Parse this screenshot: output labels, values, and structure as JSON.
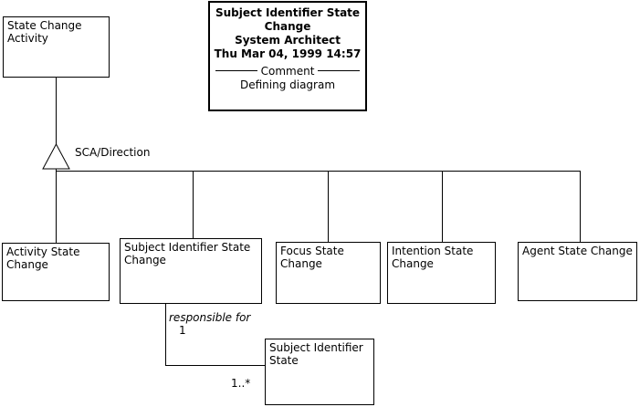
{
  "diagram": {
    "type": "uml-class-diagram",
    "background": "#ffffff",
    "line_color": "#000000"
  },
  "note": {
    "name": "Subject Identifier State Change",
    "title_lines": "Subject Identifier State\nChange\nSystem Architect\nThu Mar 04, 1999  14:57",
    "separator_label": "Comment",
    "body": "Defining diagram"
  },
  "classes": [
    {
      "id": "state-change-activity",
      "label": "State Change\nActivity"
    },
    {
      "id": "activity-state-change",
      "label": "Activity State\nChange"
    },
    {
      "id": "subject-identifier-state-change",
      "label": "Subject Identifier State\nChange"
    },
    {
      "id": "focus-state-change",
      "label": "Focus State\nChange"
    },
    {
      "id": "intention-state-change",
      "label": "Intention State\nChange"
    },
    {
      "id": "agent-state-change",
      "label": "Agent State Change"
    },
    {
      "id": "subject-identifier-state",
      "label": "Subject Identifier\nState"
    }
  ],
  "edges": {
    "generalization_label": "SCA/Direction",
    "association_label": "responsible for",
    "source_multiplicity": "1",
    "target_multiplicity": "1..*"
  }
}
